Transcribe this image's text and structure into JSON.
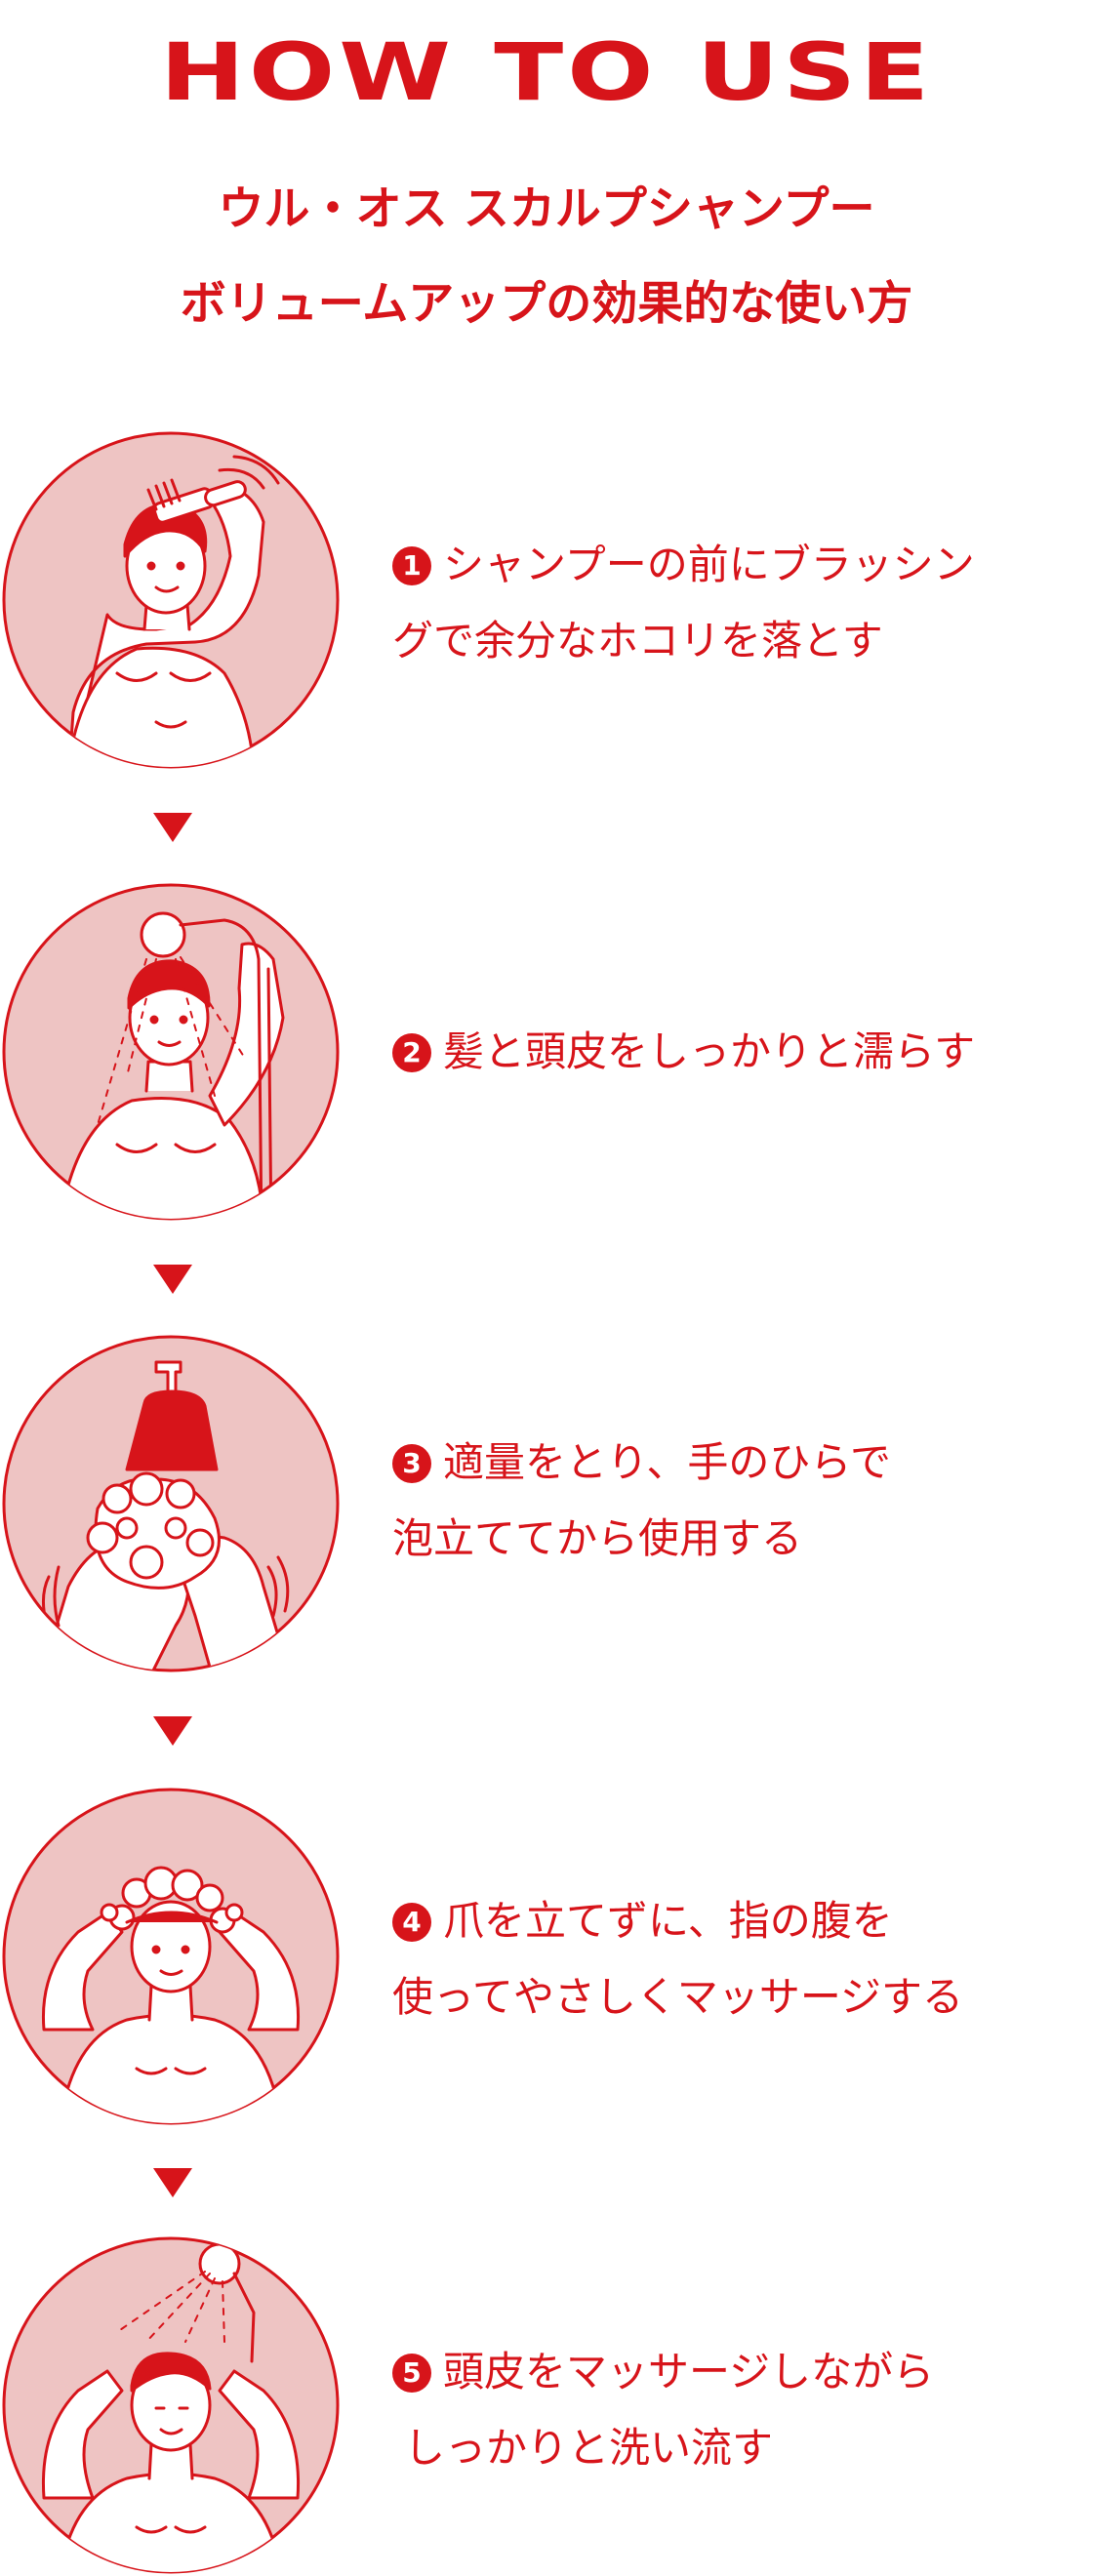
{
  "header": {
    "title": "HOW TO USE",
    "subtitle_line1": "ウル・オス スカルプシャンプー",
    "subtitle_line2": "ボリュームアップの効果的な使い方"
  },
  "steps": [
    {
      "number": "1",
      "line1": "シャンプーの前にブラッシン",
      "line2": "グで余分なホコリを落とす"
    },
    {
      "number": "2",
      "line1": "髪と頭皮をしっかりと濡らす",
      "line2": ""
    },
    {
      "number": "3",
      "line1": "適量をとり、手のひらで",
      "line2": "泡立ててから使用する"
    },
    {
      "number": "4",
      "line1": "爪を立てずに、指の腹を",
      "line2": "使ってやさしくマッサージする"
    },
    {
      "number": "5",
      "line1": "頭皮をマッサージしながら",
      "line2": "しっかりと洗い流す"
    }
  ],
  "colors": {
    "accent": "#d7141a",
    "circle_fill": "#eec4c3",
    "background": "#ffffff"
  }
}
